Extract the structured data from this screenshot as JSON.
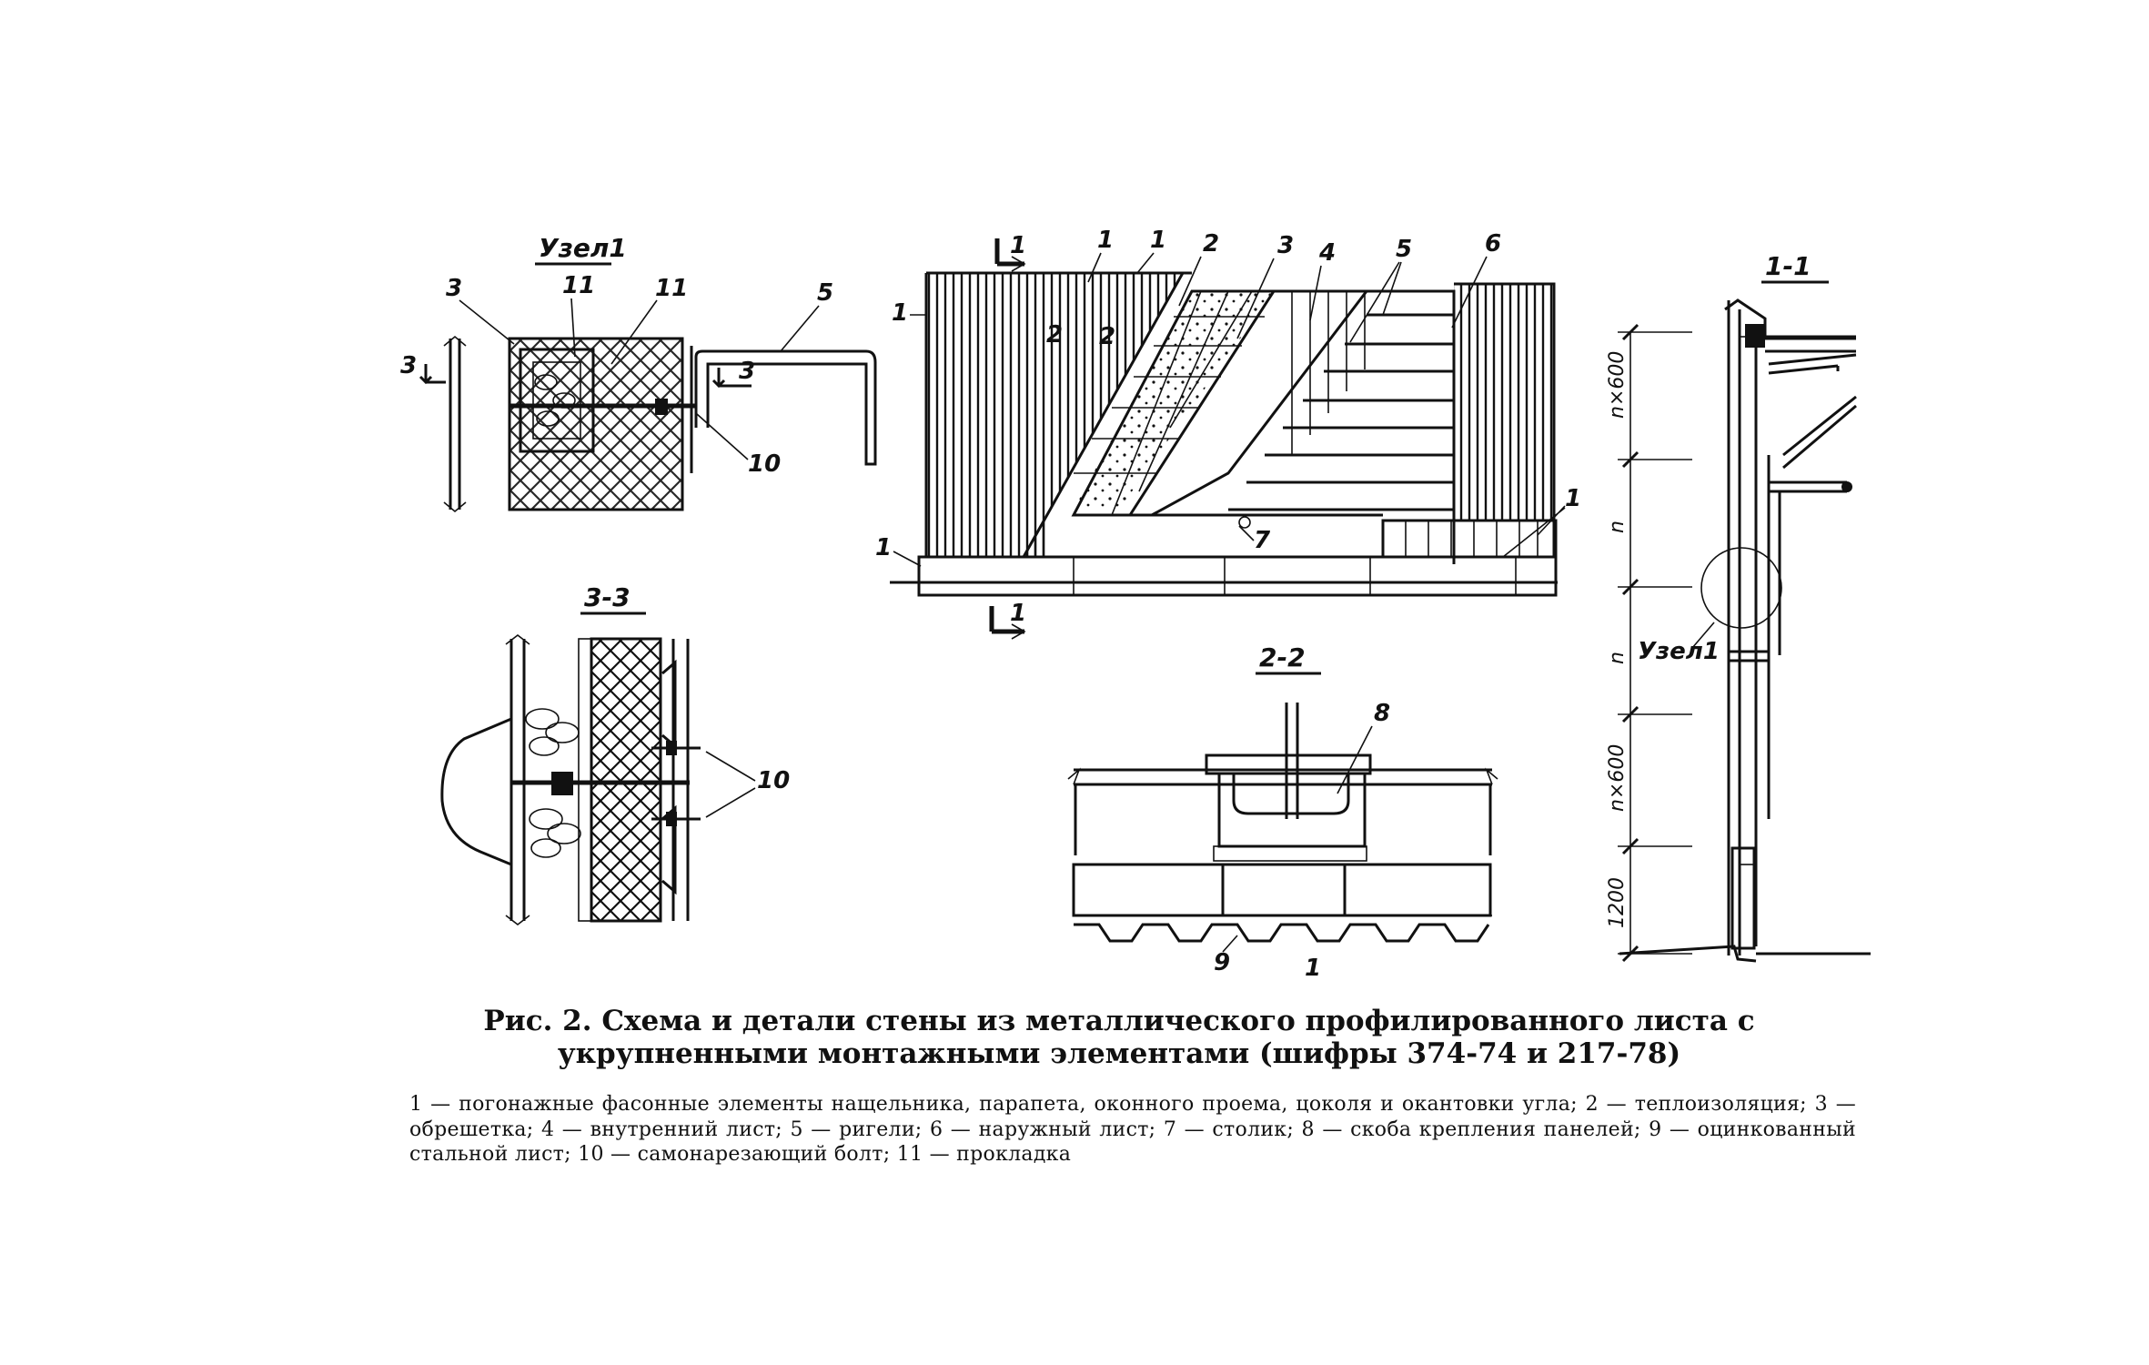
{
  "figure": {
    "title": "Рис. 2. Схема и детали стены из металлического профилированного листа с укрупненными монтажными элементами (шифры 374-74 и 217-78)",
    "legend": "1 — погонажные фасонные элементы нащельника, парапета, оконного проема, цоколя и окантовки угла; 2 — теплоизоляция; 3 — обрешетка; 4 — внутренний лист; 5 — ригели; 6 — наружный лист; 7 — столик; 8 — скоба крепления панелей; 9 — оцинкованный стальной лист; 10 — самонарезающий болт; 11 — прокладка"
  },
  "views": {
    "uzel1": {
      "title": "Узел1",
      "labels": [
        "3",
        "11",
        "11",
        "5",
        "3",
        "3",
        "10"
      ]
    },
    "section33": {
      "title": "3-3",
      "labels": [
        "10"
      ]
    },
    "elevation": {
      "labels": [
        "1",
        "1",
        "1",
        "2",
        "3",
        "4",
        "5",
        "6",
        "1",
        "2",
        "2",
        "1",
        "7",
        "1",
        "1"
      ]
    },
    "section22": {
      "title": "2-2",
      "labels": [
        "8",
        "9",
        "1"
      ]
    },
    "section11": {
      "title": "1-1",
      "node_label": "Узел1",
      "dims": [
        "n×600",
        "n",
        "n",
        "n×600",
        "1200"
      ]
    }
  },
  "colors": {
    "ink": "#111111",
    "paper": "#ffffff"
  }
}
